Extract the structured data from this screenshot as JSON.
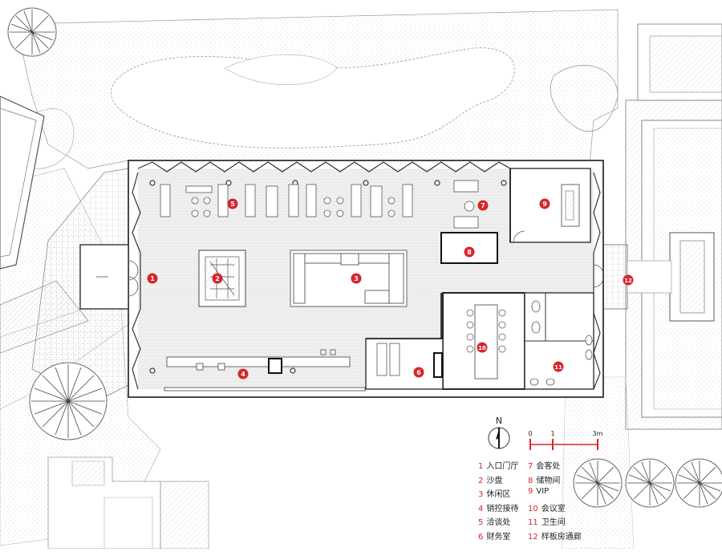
{
  "plan": {
    "colors": {
      "marker_red": "#d7262a",
      "line": "#444444",
      "hatch": "#bfbfbf",
      "floor": "#eeeeee"
    },
    "compass_letter": "N",
    "scale_ticks": [
      "0",
      "1",
      "3m"
    ],
    "markers": [
      "1",
      "2",
      "3",
      "4",
      "5",
      "6",
      "7",
      "8",
      "9",
      "10",
      "11",
      "12"
    ]
  },
  "legend": [
    {
      "num": "1",
      "label": "入口门厅"
    },
    {
      "num": "2",
      "label": "沙盘"
    },
    {
      "num": "3",
      "label": "休闲区"
    },
    {
      "num": "4",
      "label": "销控接待"
    },
    {
      "num": "5",
      "label": "洽谈处"
    },
    {
      "num": "6",
      "label": "财务室"
    },
    {
      "num": "7",
      "label": "会客处"
    },
    {
      "num": "8",
      "label": "储物间"
    },
    {
      "num": "9",
      "label": "VIP"
    },
    {
      "num": "10",
      "label": "会议室"
    },
    {
      "num": "11",
      "label": "卫生间"
    },
    {
      "num": "12",
      "label": "样板房通廊"
    }
  ]
}
